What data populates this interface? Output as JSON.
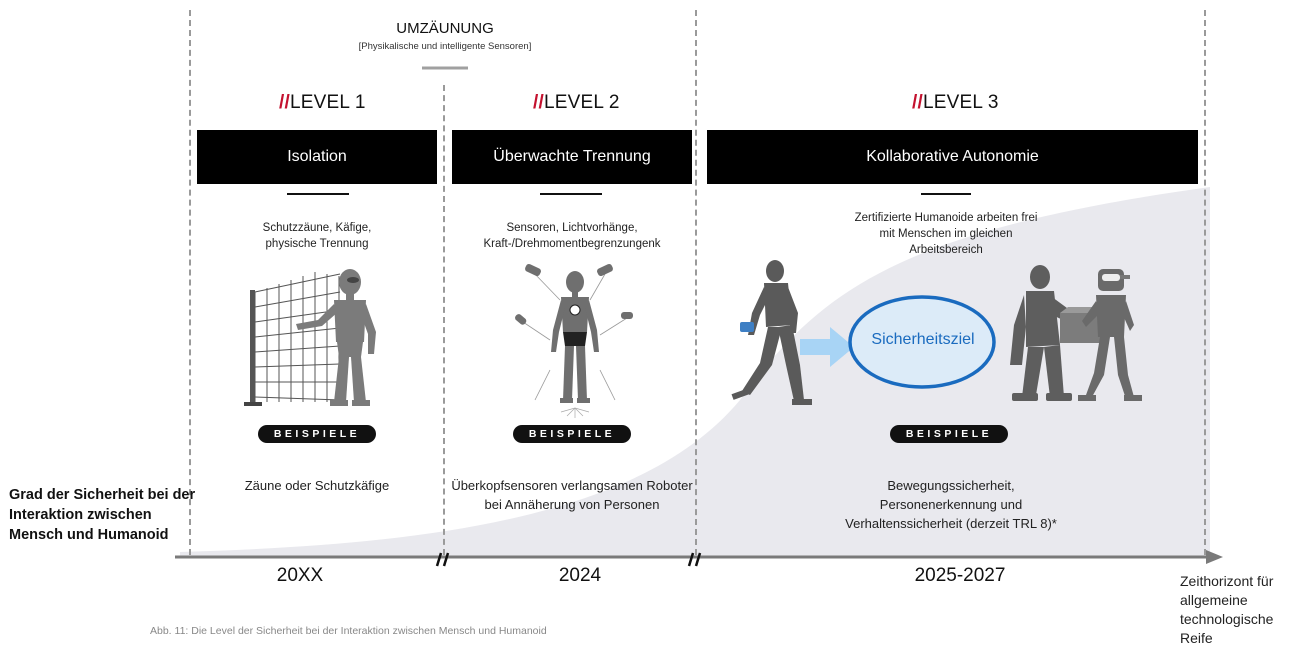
{
  "fencing": {
    "title": "UMZÄUNUNG",
    "subtitle": "[Physikalische und intelligente Sensoren]"
  },
  "levels": [
    {
      "prefix": "//",
      "label": "LEVEL 1",
      "bar_title": "Isolation",
      "description": [
        "Schutzzäune, Käfige,",
        "physische Trennung"
      ],
      "examples_badge": "BEISPIELE",
      "example_text": [
        "Zäune oder Schutzkäfige"
      ],
      "period": "20XX"
    },
    {
      "prefix": "//",
      "label": "LEVEL 2",
      "bar_title": "Überwachte Trennung",
      "description": [
        "Sensoren, Lichtvorhänge,",
        "Kraft-/Drehmomentbegrenzungenk"
      ],
      "examples_badge": "BEISPIELE",
      "example_text": [
        "Überkopfsensoren verlangsamen Roboter",
        "bei Annäherung von Personen"
      ],
      "period": "2024"
    },
    {
      "prefix": "//",
      "label": "LEVEL 3",
      "bar_title": "Kollaborative Autonomie",
      "description": [
        "Zertifizierte Humanoide arbeiten frei",
        "mit Menschen im gleichen",
        "Arbeitsbereich"
      ],
      "examples_badge": "BEISPIELE",
      "example_text": [
        "Bewegungssicherheit,",
        "Personenerkennung und",
        "Verhaltenssicherheit (derzeit TRL 8)*"
      ],
      "period": "2025-2027",
      "goal_label": "Sicherheitsziel"
    }
  ],
  "y_axis_label": [
    "Grad der Sicherheit bei der",
    "Interaktion zwischen",
    "Mensch und Humanoid"
  ],
  "x_axis_label": [
    "Zeithorizont für",
    "allgemeine",
    "technologische Reife"
  ],
  "footnote": "Abb. 11: Die Level der Sicherheit bei der Interaktion zwischen Mensch und Humanoid",
  "colors": {
    "accent_red": "#c4122f",
    "goal_blue": "#1a6bbf",
    "goal_fill": "#dcebf8",
    "curve_fill": "#e9e9ee"
  },
  "icons": [
    "fenced-robot-illustration",
    "sensor-robot-illustration",
    "collaboration-illustration",
    "arrow-right-icon"
  ]
}
